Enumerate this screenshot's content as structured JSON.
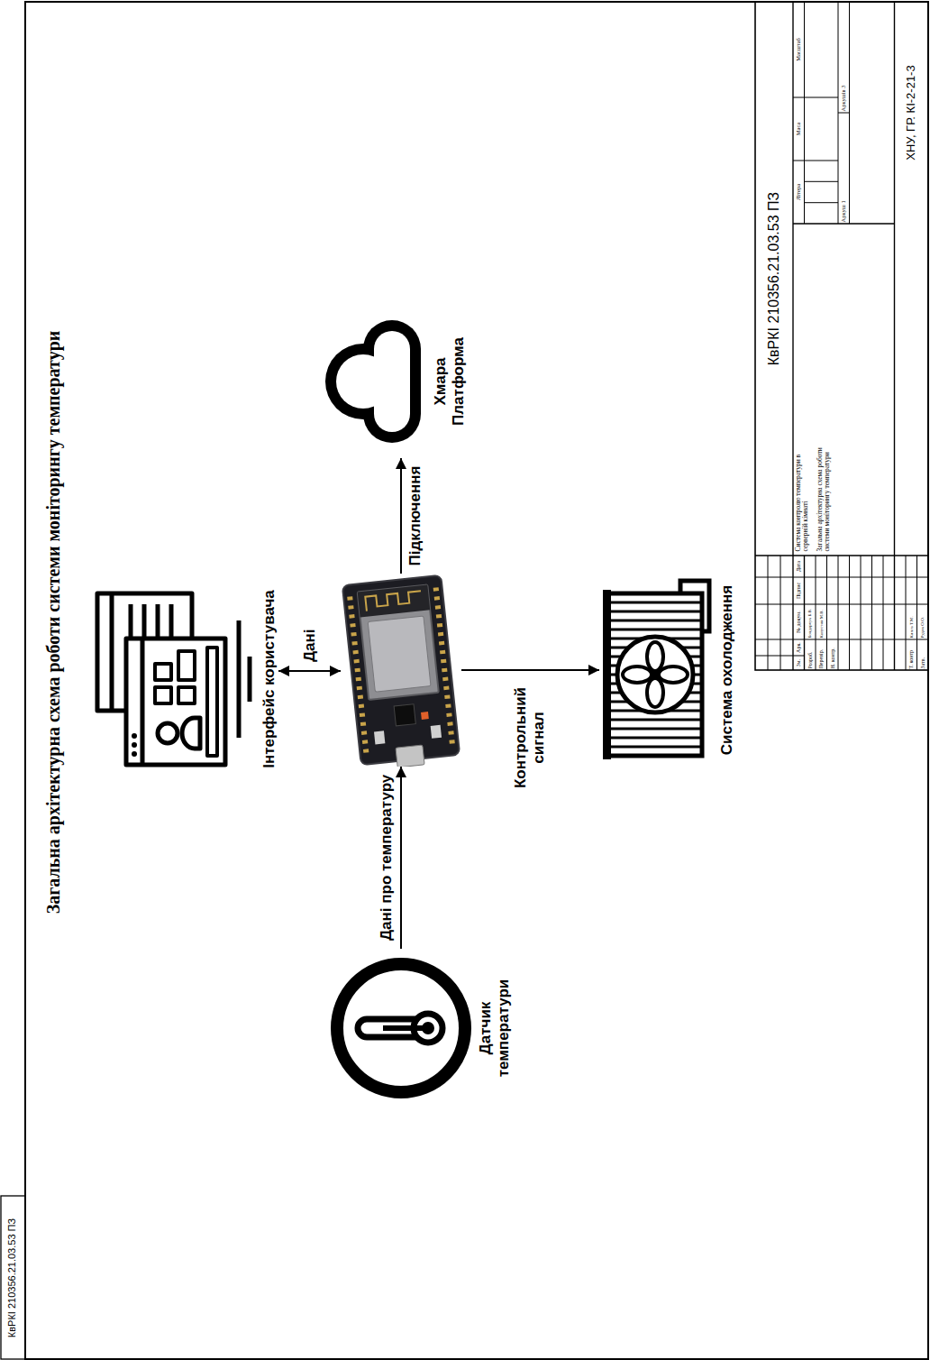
{
  "diagram": {
    "title": "Загальна архітектурна схема роботи системи моніторингу температури",
    "nodes": [
      {
        "text": [
          "Датчик температури"
        ]
      },
      {
        "text": [
          "Інтерфейс користувача"
        ]
      },
      {
        "text": []
      },
      {
        "text": [
          "Хмара Платформа"
        ]
      },
      {
        "text": [
          "Система охолодження"
        ]
      }
    ],
    "edges": [
      {
        "from": 0,
        "to": 2,
        "arrow": "to",
        "label": "Дані про температуру"
      },
      {
        "from": 1,
        "to": 2,
        "arrow": "both",
        "label": "Дані"
      },
      {
        "from": 2,
        "to": 3,
        "arrow": "to",
        "label": "Підключення"
      },
      {
        "from": 2,
        "to": 4,
        "arrow": "to",
        "label": "Контрольний сигнал"
      }
    ],
    "labels": [
      "КвРКІ 210356.21.03.53 ПЗ",
      "КвРКІ 210356.21.03.53 ПЗ",
      "Зм.",
      "Арк.",
      "№ докум.",
      "Підпис",
      "Дата",
      "Розроб.",
      "Бондарчук Б.В.",
      "Перевір.",
      "Капустян М.В.",
      "Н. контр.",
      "Т. контр",
      "Кипль Т.М.",
      "Затв.",
      "Рудик О.О.",
      "Система контролю температури в серверній кімнаті",
      "Загальна архітектурна схема роботи системи моніторингу температури",
      "Літера",
      "Маса",
      "Масштаб",
      "Аркуш 1",
      "Аркушів 3",
      "ХНУ, ГР. КІ-2-21-3"
    ]
  }
}
